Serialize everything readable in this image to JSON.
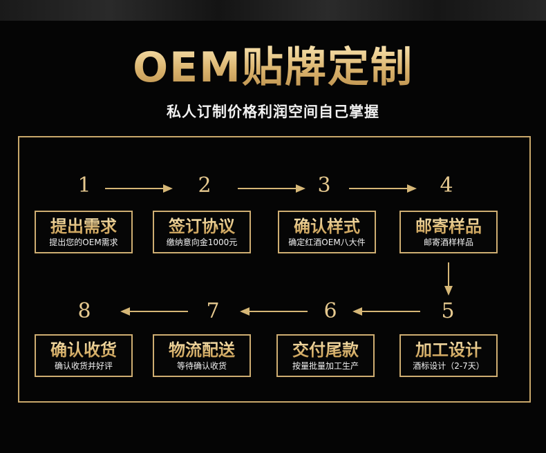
{
  "header": {
    "title": "OEM贴牌定制",
    "subtitle": "私人订制价格利润空间自己掌握"
  },
  "colors": {
    "gold": "#d9b26c",
    "background": "#050505"
  },
  "steps": [
    {
      "num": "1",
      "title": "提出需求",
      "desc": "提出您的OEM需求"
    },
    {
      "num": "2",
      "title": "签订协议",
      "desc": "缴纳意向金1000元"
    },
    {
      "num": "3",
      "title": "确认样式",
      "desc": "确定红酒OEM八大件"
    },
    {
      "num": "4",
      "title": "邮寄样品",
      "desc": "邮寄酒样样品"
    },
    {
      "num": "5",
      "title": "加工设计",
      "desc": "酒标设计（2-7天）"
    },
    {
      "num": "6",
      "title": "交付尾款",
      "desc": "按量批量加工生产"
    },
    {
      "num": "7",
      "title": "物流配送",
      "desc": "等待确认收货"
    },
    {
      "num": "8",
      "title": "确认收货",
      "desc": "确认收货并好评"
    }
  ]
}
